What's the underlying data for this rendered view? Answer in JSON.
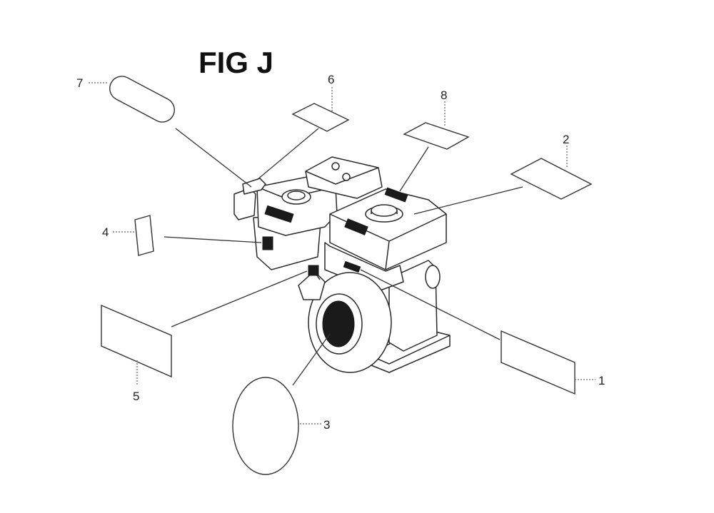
{
  "figure": {
    "title": "FIG J"
  },
  "callouts": [
    {
      "id": "1",
      "label": "1"
    },
    {
      "id": "2",
      "label": "2"
    },
    {
      "id": "3",
      "label": "3"
    },
    {
      "id": "4",
      "label": "4"
    },
    {
      "id": "5",
      "label": "5"
    },
    {
      "id": "6",
      "label": "6"
    },
    {
      "id": "7",
      "label": "7"
    },
    {
      "id": "8",
      "label": "8"
    }
  ],
  "colors": {
    "line": "#333333",
    "ink": "#1a1a1a",
    "paper": "#ffffff"
  }
}
